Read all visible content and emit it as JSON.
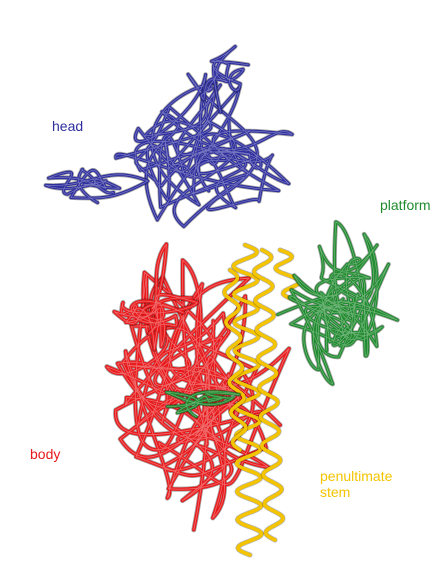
{
  "labels": {
    "head": "head",
    "platform": "platform",
    "body": "body",
    "penultimate_line1": "penultimate",
    "penultimate_line2": "stem"
  },
  "colors": {
    "head": "#2e2e9e",
    "platform": "#1f8a2e",
    "body": "#e8191b",
    "penultimate_stem": "#f5c400",
    "background": "#ffffff"
  }
}
